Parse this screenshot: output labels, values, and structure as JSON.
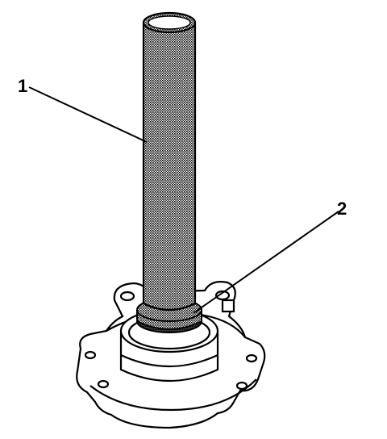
{
  "callouts": [
    {
      "id": "1",
      "label": "1"
    },
    {
      "id": "2",
      "label": "2"
    }
  ],
  "colors": {
    "ink": "#000000",
    "paper": "#ffffff",
    "shading": "#7a7a7a"
  }
}
